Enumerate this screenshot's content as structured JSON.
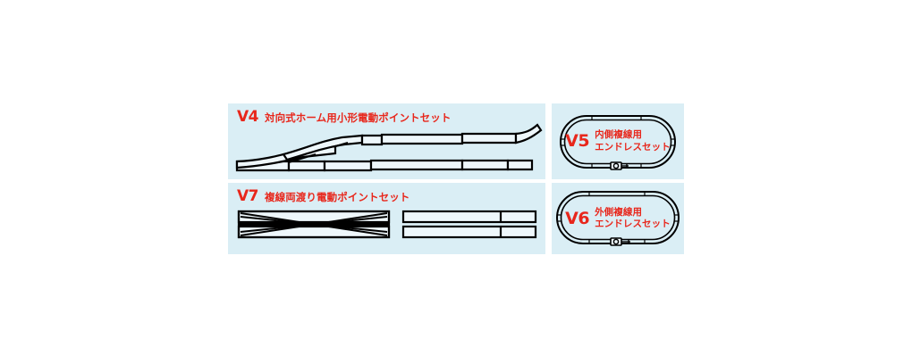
{
  "figure": {
    "background_color": "#ffffff",
    "panel_color": "#daeef5",
    "accent_color": "#e8271c",
    "track_color": "#000000"
  },
  "panels": [
    {
      "id": "v4",
      "code": "V4",
      "title": "対向式ホーム用小形電動ポイントセット",
      "diagram": "double-track-with-turnouts"
    },
    {
      "id": "v7",
      "code": "V7",
      "title": "複線両渡り電動ポイントセット",
      "diagram": "double-crossover-and-straights"
    },
    {
      "id": "v5",
      "code": "V5",
      "title_line1": "内側複線用",
      "title_line2": "エンドレスセット",
      "diagram": "inner-oval-loop"
    },
    {
      "id": "v6",
      "code": "V6",
      "title_line1": "外側複線用",
      "title_line2": "エンドレスセット",
      "diagram": "outer-oval-loop"
    }
  ]
}
